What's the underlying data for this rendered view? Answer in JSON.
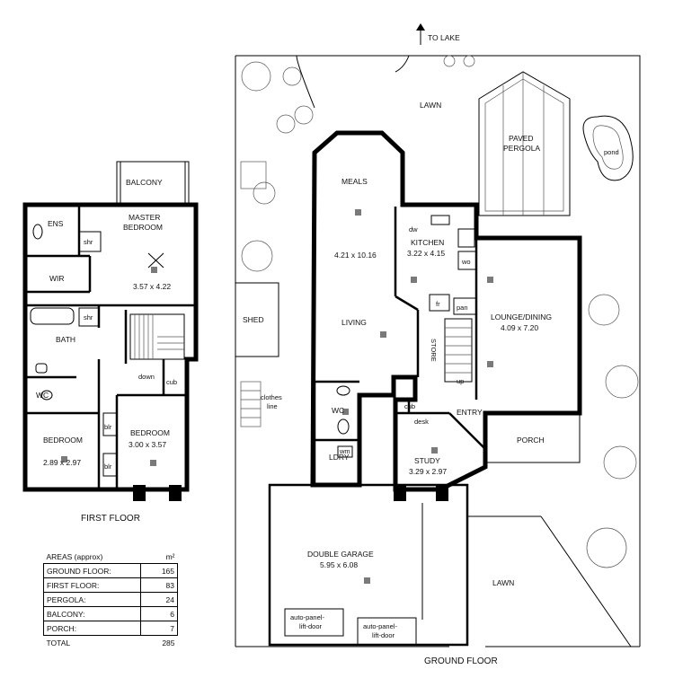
{
  "first_floor": {
    "title": "FIRST FLOOR",
    "rooms": {
      "balcony": "BALCONY",
      "ens": "ENS",
      "shr1": "shr",
      "master": "MASTER\nBEDROOM",
      "master_size": "3.57 x 4.22",
      "wir": "WIR",
      "shr2": "shr",
      "bath": "BATH",
      "wc": "WC",
      "down": "down",
      "cub": "cub",
      "bedroom1": "BEDROOM",
      "bedroom1_size": "2.89 x 2.97",
      "bedroom2": "BEDROOM",
      "bedroom2_size": "3.00 x 3.57",
      "blr1": "blr",
      "blr2": "blr"
    }
  },
  "ground_floor": {
    "title": "GROUND FLOOR",
    "to_lake": "TO LAKE",
    "labels": {
      "lawn_top": "LAWN",
      "lawn_bottom": "LAWN",
      "paved_pergola": "PAVED\nPERGOLA",
      "pond": "pond",
      "meals": "MEALS",
      "meals_size": "4.21 x 10.16",
      "kitchen": "KITCHEN",
      "kitchen_size": "3.22 x 4.15",
      "dw": "dw",
      "wo": "wo",
      "fr": "fr",
      "pan": "pan",
      "shed": "SHED",
      "living": "LIVING",
      "store": "STORE",
      "up": "up",
      "lounge_dining": "LOUNGE/DINING",
      "lounge_size": "4.09 x 7.20",
      "clothes_line": "clothes\nline",
      "wc": "WC",
      "cub": "cub",
      "desk": "desk",
      "entry": "ENTRY",
      "porch": "PORCH",
      "ldry": "LDRY",
      "wm": "wm",
      "study": "STUDY",
      "study_size": "3.29 x 2.97",
      "garage": "DOUBLE GARAGE",
      "garage_size": "5.95 x 6.08",
      "door1": "auto-panel-\nlift-door",
      "door2": "auto-panel-\nlift-door"
    }
  },
  "areas": {
    "header": "AREAS (approx)",
    "unit": "m²",
    "rows": [
      {
        "label": "GROUND FLOOR:",
        "value": "165"
      },
      {
        "label": "FIRST FLOOR:",
        "value": "83"
      },
      {
        "label": "PERGOLA:",
        "value": "24"
      },
      {
        "label": "BALCONY:",
        "value": "6"
      },
      {
        "label": "PORCH:",
        "value": "7"
      }
    ],
    "total_label": "TOTAL",
    "total_value": "285"
  }
}
